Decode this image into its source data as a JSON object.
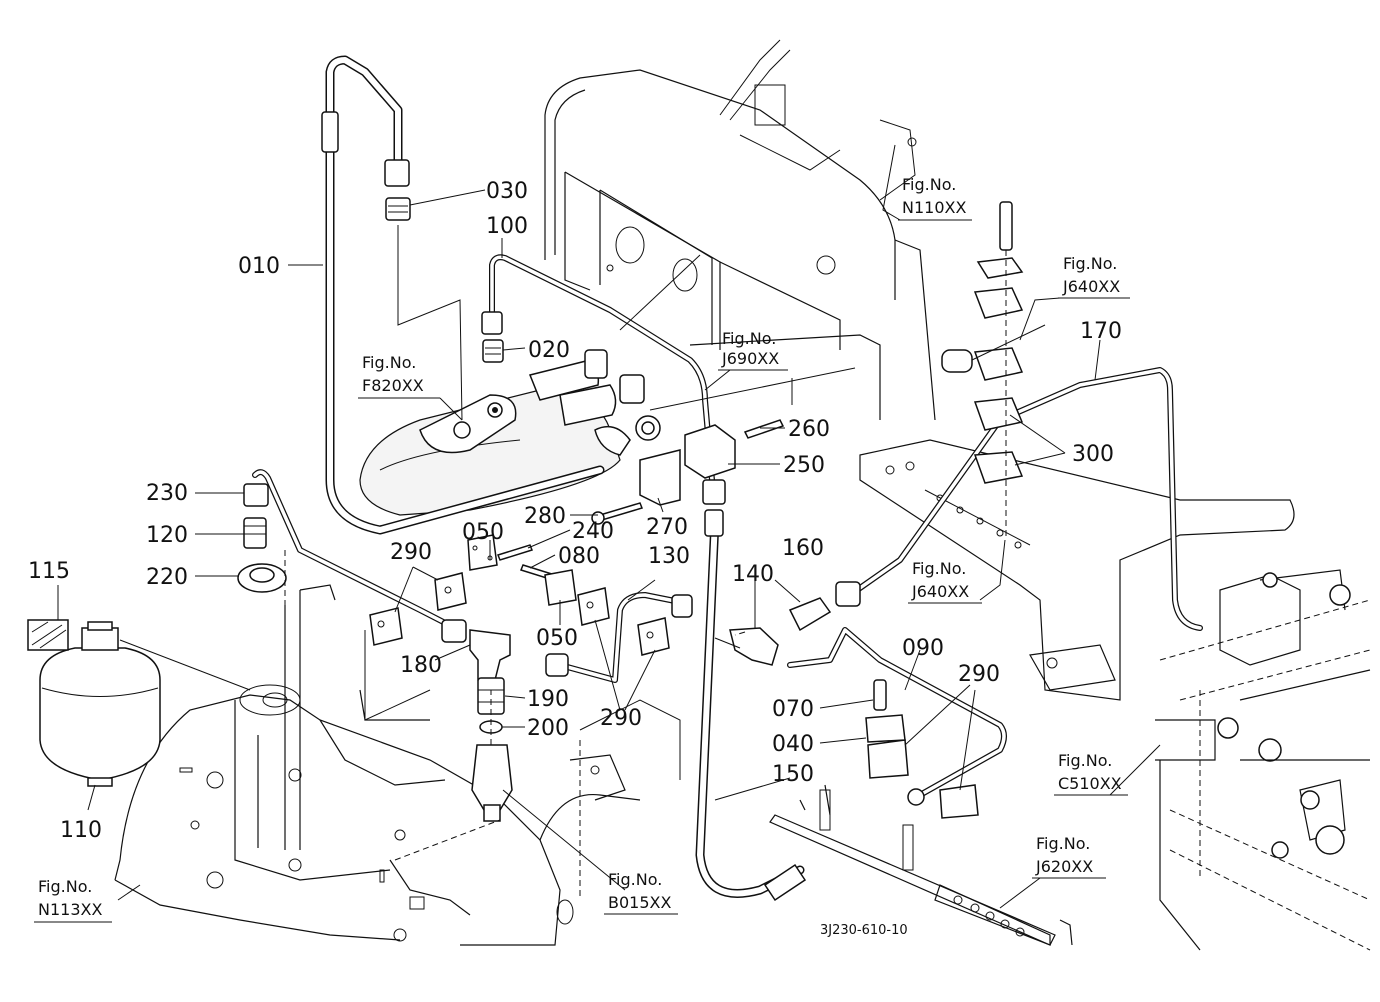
{
  "drawing_code": "3J230-610-10",
  "part_labels": {
    "p010": "010",
    "p020": "020",
    "p030": "030",
    "p040": "040",
    "p050a": "050",
    "p050b": "050",
    "p070": "070",
    "p080": "080",
    "p090": "090",
    "p100": "100",
    "p110": "110",
    "p115": "115",
    "p120": "120",
    "p130": "130",
    "p140": "140",
    "p150": "150",
    "p160": "160",
    "p170": "170",
    "p180": "180",
    "p190": "190",
    "p200": "200",
    "p220": "220",
    "p230": "230",
    "p240": "240",
    "p250": "250",
    "p260": "260",
    "p270": "270",
    "p280": "280",
    "p290a": "290",
    "p290b": "290",
    "p290c": "290",
    "p300": "300"
  },
  "figure_refs": {
    "fig_label": "Fig.No.",
    "n110": "N110XX",
    "j640a": "J640XX",
    "j690": "J690XX",
    "f820": "F820XX",
    "j640b": "J640XX",
    "c510": "C510XX",
    "j620": "J620XX",
    "b015": "B015XX",
    "n113": "N113XX"
  }
}
